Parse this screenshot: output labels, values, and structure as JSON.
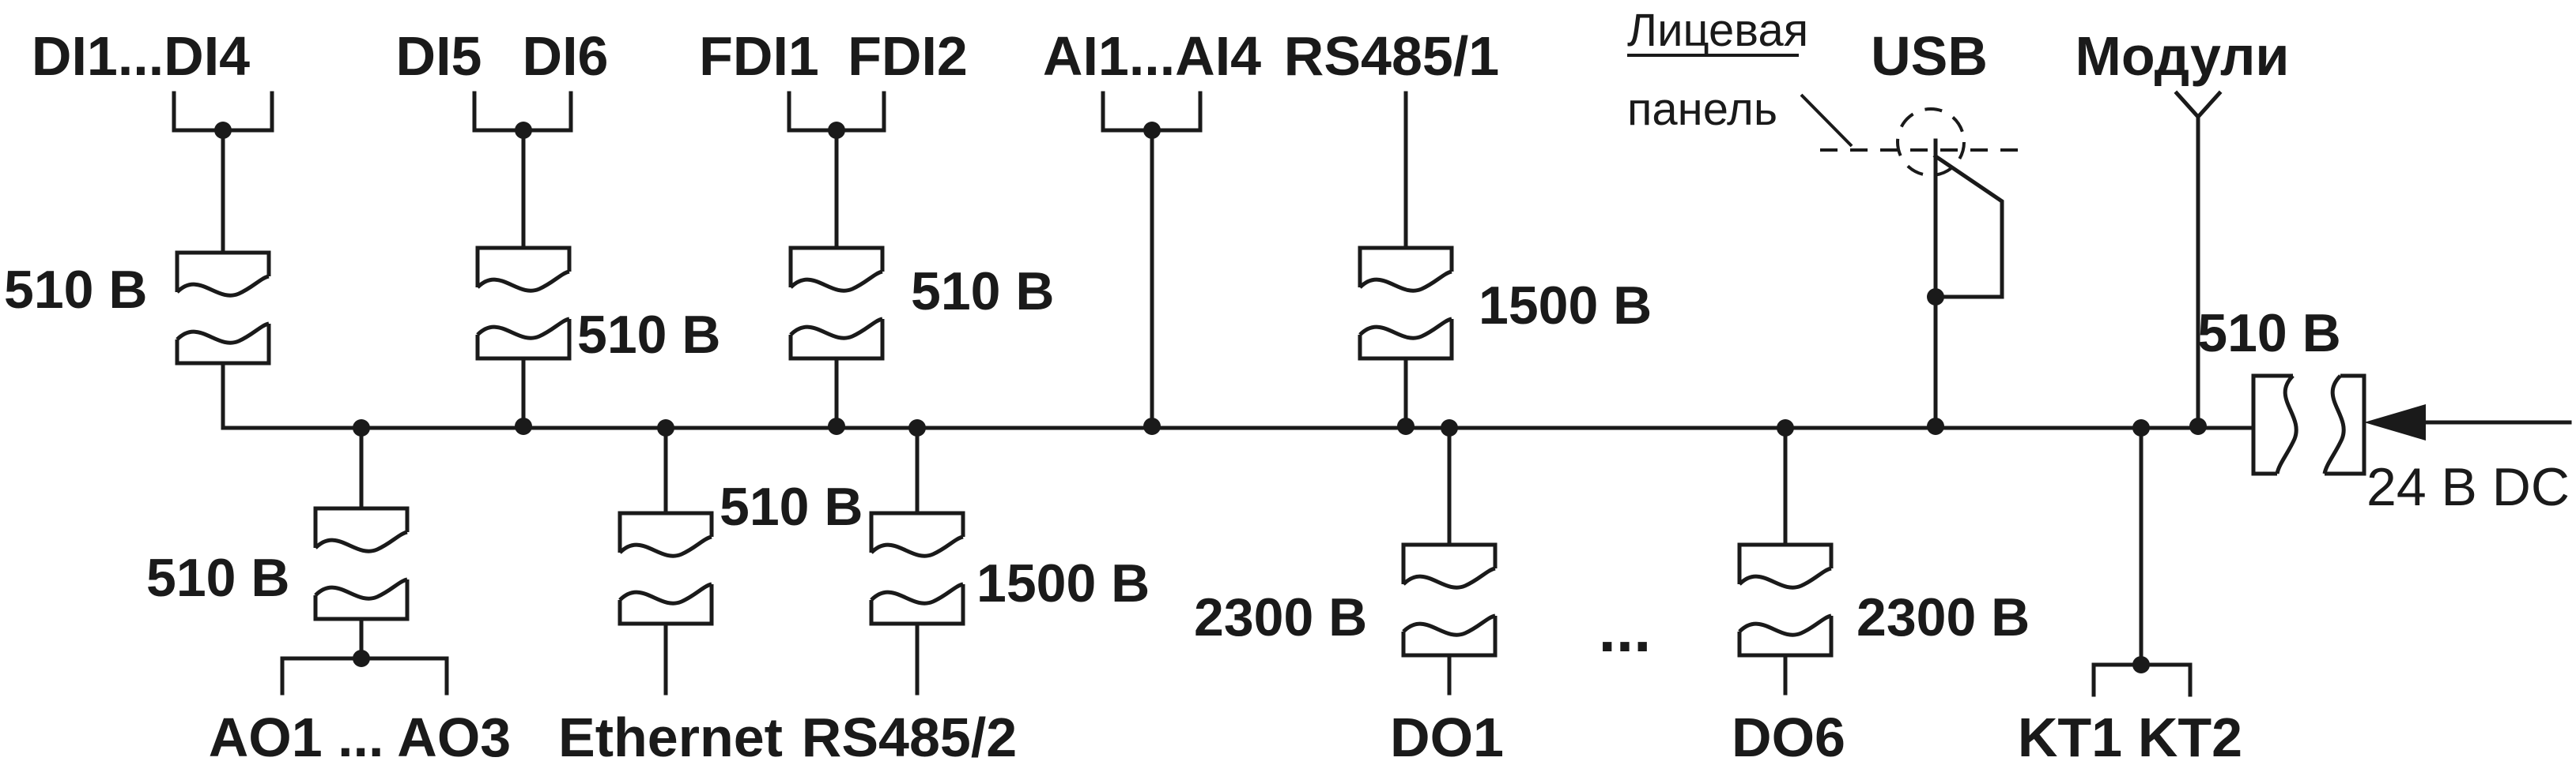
{
  "terminals": {
    "di1_di4": "DI1...DI4",
    "di5": "DI5",
    "di6": "DI6",
    "fdi1": "FDI1",
    "fdi2": "FDI2",
    "ai1_ai4": "AI1...AI4",
    "rs485_1": "RS485/1",
    "usb": "USB",
    "modules": "Модули",
    "ao1_ao3": "AO1 ... AO3",
    "ethernet": "Ethernet",
    "rs485_2": "RS485/2",
    "do1": "DO1",
    "do6": "DO6",
    "kt1": "KT1",
    "kt2": "KT2",
    "ellipsis": "...",
    "front_panel_line1": "Лицевая",
    "front_panel_line2": "панель",
    "power_input": "24 В DC"
  },
  "isolation_voltages": {
    "di1_di4": "510 В",
    "di5_di6": "510 В",
    "fdi": "510 В",
    "rs485_1": "1500 В",
    "power": "510 В",
    "ao": "510 В",
    "ethernet": "510 В",
    "rs485_2": "1500 В",
    "do1": "2300 В",
    "do6": "2300 В"
  }
}
